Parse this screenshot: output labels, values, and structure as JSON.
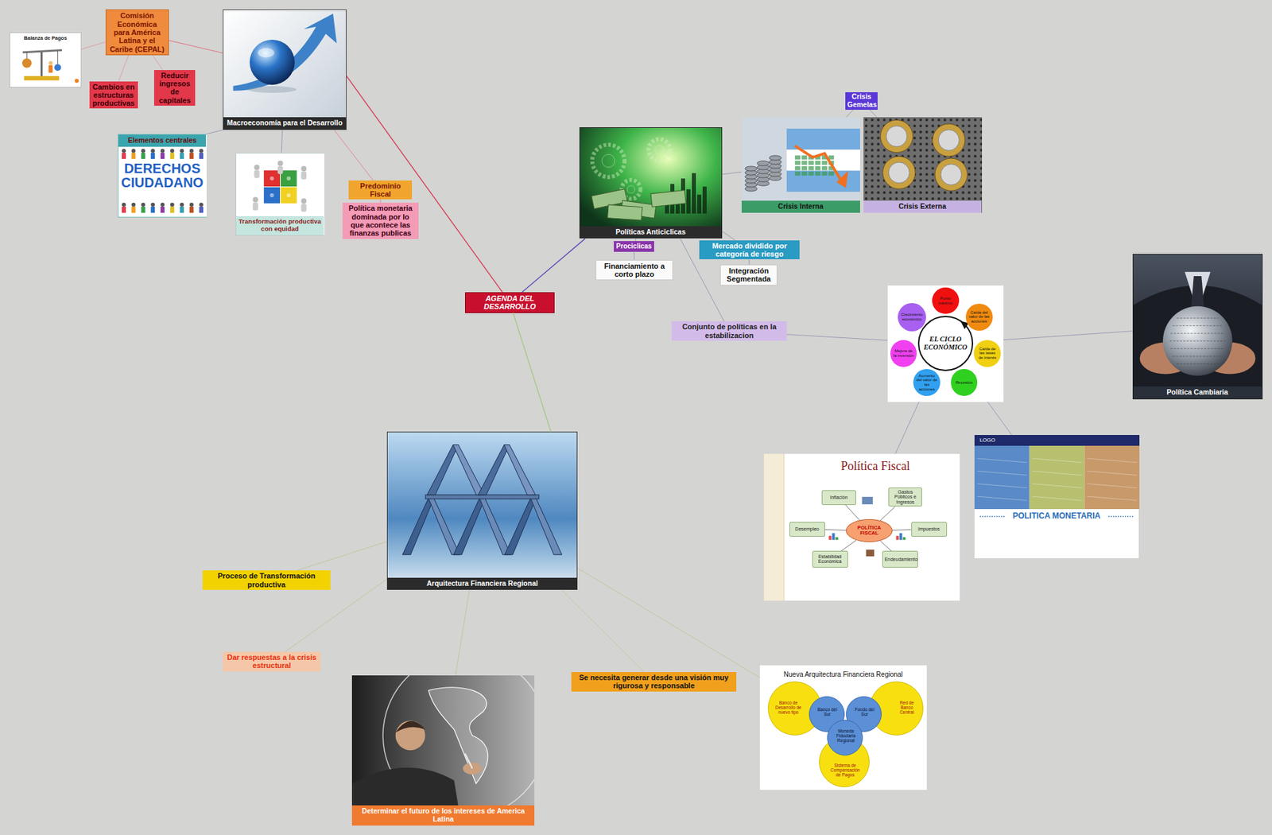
{
  "diagram": {
    "nodes": [
      {
        "text": [
          "Comisión Económica para América Latina y el Caribe (CEPAL)"
        ]
      },
      {
        "text": [
          "Balanza de Pagos"
        ]
      },
      {
        "text": [
          "Macroeconomía para el Desarrollo"
        ]
      },
      {
        "text": [
          "Reducir ingresos de capitales"
        ]
      },
      {
        "text": [
          "Cambios en estructuras productivas"
        ]
      },
      {
        "text": [
          "Crisis Gemelas"
        ]
      },
      {
        "text": [
          "Elementos centrales",
          "DERECHOS CIUDADANO"
        ]
      },
      {
        "text": [
          "Políticas Anticiclicas"
        ]
      },
      {
        "text": [
          "Crisis Interna"
        ]
      },
      {
        "text": [
          "Crisis Externa"
        ]
      },
      {
        "text": [
          "Transformación productiva con equidad"
        ]
      },
      {
        "text": [
          "Predominio Fiscal"
        ]
      },
      {
        "text": [
          "Política monetaria dominada por lo que acontece las finanzas publicas"
        ]
      },
      {
        "text": [
          "Prociclicas"
        ]
      },
      {
        "text": [
          "Mercado dividido por categoría de riesgo"
        ]
      },
      {
        "text": [
          "Financiamiento a corto plazo"
        ]
      },
      {
        "text": [
          "Integración Segmentada"
        ]
      },
      {
        "text": [
          "AGENDA DEL DESARROLLO"
        ]
      },
      {
        "text": [
          "Política Cambiaria"
        ]
      },
      {
        "text": [
          "EL CICLO ECONÓMICO"
        ]
      },
      {
        "text": [
          "Punto máximo"
        ],
        "in": 19
      },
      {
        "text": [
          "Caída del valor de las acciones"
        ],
        "in": 19
      },
      {
        "text": [
          "Caída de las tasas de interés"
        ],
        "in": 19
      },
      {
        "text": [
          "Recesión"
        ],
        "in": 19
      },
      {
        "text": [
          "Aumento del valor de las acciones"
        ],
        "in": 19
      },
      {
        "text": [
          "Mejora de la inversión"
        ],
        "in": 19
      },
      {
        "text": [
          "Crecimiento económico"
        ],
        "in": 19
      },
      {
        "text": [
          "Conjunto de políticas en la estabilizacion"
        ]
      },
      {
        "text": [
          "Arquitectura Financiera Regional"
        ]
      },
      {
        "text": [
          "LOGO",
          "POLITICA MONETARIA"
        ]
      },
      {
        "text": [
          "Política Fiscal"
        ]
      },
      {
        "text": [
          "POLÍTICA FISCAL"
        ],
        "in": 30
      },
      {
        "text": [
          "Inflación"
        ],
        "in": 30
      },
      {
        "text": [
          "Gastos Públicos e Ingresos"
        ],
        "in": 30
      },
      {
        "text": [
          "Desempleo"
        ],
        "in": 30
      },
      {
        "text": [
          "Impuestos"
        ],
        "in": 30
      },
      {
        "text": [
          "Estabilidad Económica"
        ],
        "in": 30
      },
      {
        "text": [
          "Endeudamiento"
        ],
        "in": 30
      },
      {
        "text": [
          "Proceso de Transformación productiva"
        ]
      },
      {
        "text": [
          "Dar respuestas a la crisis estructural"
        ]
      },
      {
        "text": [
          "Se necesita generar desde una visión muy rigurosa y responsable"
        ]
      },
      {
        "text": [
          "Nueva Arquitectura Financiera Regional"
        ]
      },
      {
        "text": [
          "Banco de Desarrollo de nuevo tipo"
        ],
        "in": 41
      },
      {
        "text": [
          "Red de Banco Central"
        ],
        "in": 41
      },
      {
        "text": [
          "Sistema de Compensación de Pagos"
        ],
        "in": 41
      },
      {
        "text": [
          "Banco del Sur"
        ],
        "in": 41
      },
      {
        "text": [
          "Fondo del Sur"
        ],
        "in": 41
      },
      {
        "text": [
          "Moneda Fiduciaria Regional"
        ],
        "in": 41
      },
      {
        "text": [
          "Determinar el futuro de los intereses de America Latina"
        ]
      }
    ],
    "edges": [
      {
        "from": 17,
        "to": 2,
        "arrow": "none"
      },
      {
        "from": 17,
        "to": 7,
        "arrow": "none"
      },
      {
        "from": 17,
        "to": 28,
        "arrow": "none"
      },
      {
        "from": 2,
        "to": 0,
        "arrow": "none"
      },
      {
        "from": 0,
        "to": 1,
        "arrow": "none"
      },
      {
        "from": 0,
        "to": 4,
        "arrow": "none"
      },
      {
        "from": 0,
        "to": 3,
        "arrow": "none"
      },
      {
        "from": 2,
        "to": 6,
        "arrow": "none"
      },
      {
        "from": 2,
        "to": 10,
        "arrow": "none"
      },
      {
        "from": 2,
        "to": 11,
        "arrow": "none"
      },
      {
        "from": 11,
        "to": 12,
        "arrow": "none"
      },
      {
        "from": 7,
        "to": 8,
        "arrow": "none"
      },
      {
        "from": 5,
        "to": 8,
        "arrow": "none"
      },
      {
        "from": 5,
        "to": 9,
        "arrow": "none"
      },
      {
        "from": 7,
        "to": 13,
        "arrow": "none"
      },
      {
        "from": 13,
        "to": 15,
        "arrow": "none"
      },
      {
        "from": 7,
        "to": 14,
        "arrow": "none"
      },
      {
        "from": 14,
        "to": 16,
        "arrow": "none"
      },
      {
        "from": 7,
        "to": 27,
        "arrow": "none"
      },
      {
        "from": 27,
        "to": 19,
        "arrow": "none"
      },
      {
        "from": 19,
        "to": 18,
        "arrow": "none"
      },
      {
        "from": 19,
        "to": 30,
        "arrow": "none"
      },
      {
        "from": 19,
        "to": 29,
        "arrow": "none"
      },
      {
        "from": 31,
        "to": 32,
        "arrow": "none"
      },
      {
        "from": 31,
        "to": 33,
        "arrow": "none"
      },
      {
        "from": 31,
        "to": 34,
        "arrow": "none"
      },
      {
        "from": 31,
        "to": 35,
        "arrow": "none"
      },
      {
        "from": 31,
        "to": 36,
        "arrow": "none"
      },
      {
        "from": 31,
        "to": 37,
        "arrow": "none"
      },
      {
        "from": 28,
        "to": 38,
        "arrow": "none"
      },
      {
        "from": 28,
        "to": 39,
        "arrow": "none"
      },
      {
        "from": 28,
        "to": 48,
        "arrow": "none"
      },
      {
        "from": 28,
        "to": 40,
        "arrow": "none"
      },
      {
        "from": 28,
        "to": 41,
        "arrow": "none"
      }
    ]
  }
}
